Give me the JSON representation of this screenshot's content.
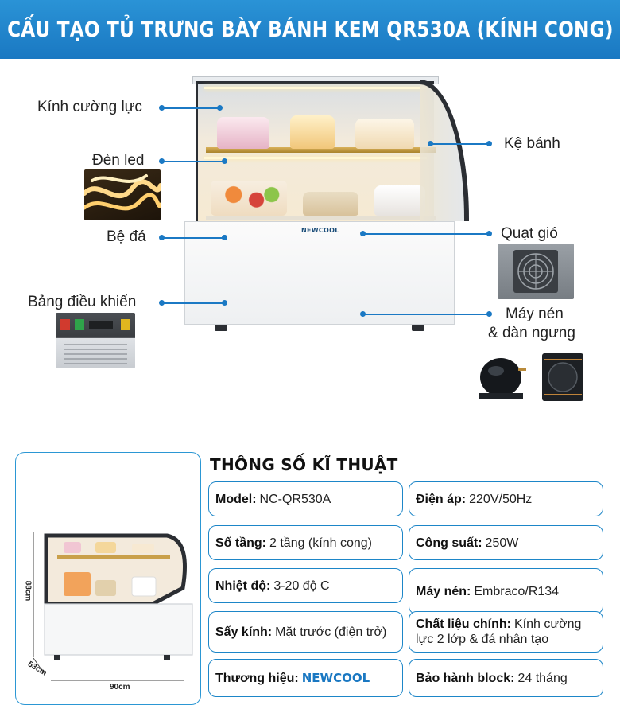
{
  "header": {
    "title": "CẤU TẠO TỦ TRƯNG BÀY BÁNH KEM QR530A (KÍNH CONG)"
  },
  "parts": {
    "kinh_cuong_luc": "Kính cường lực",
    "den_led": "Đèn led",
    "be_da": "Bệ đá",
    "bang_dieu_khien": "Bảng điều khiển",
    "ke_banh": "Kệ bánh",
    "quat_gio": "Quạt gió",
    "may_nen_line1": "Máy nén",
    "may_nen_line2": "& dàn ngưng"
  },
  "cabinet": {
    "brand_logo": "NEWCOOL"
  },
  "dimensions": {
    "height": "88cm",
    "depth": "53cm",
    "width": "90cm"
  },
  "specs": {
    "title": "THÔNG SỐ KĨ THUẬT",
    "items": [
      {
        "key": "Model:",
        "value": "NC-QR530A"
      },
      {
        "key": "Điện áp:",
        "value": "220V/50Hz"
      },
      {
        "key": "Số tầng:",
        "value": "2 tầng (kính cong)"
      },
      {
        "key": "Công suất:",
        "value": "250W"
      },
      {
        "key": "Nhiệt độ:",
        "value": "3-20 độ C"
      },
      {
        "key": "Máy nén:",
        "value": "Embraco/R134"
      },
      {
        "key": "Sấy kính:",
        "value": "Mặt trước (điện trở)"
      },
      {
        "key": "Chất liệu chính:",
        "value": "Kính cường lực 2 lớp & đá nhân tạo"
      },
      {
        "key": "Thương hiệu:",
        "value": "NEWCOOL"
      },
      {
        "key": "Bảo hành block:",
        "value": "24 tháng"
      }
    ]
  },
  "colors": {
    "accent": "#1a78c2",
    "header_bg": "#2088cf",
    "card_border": "#1d86c8",
    "connector": "#1b79c4"
  },
  "icons": [
    "led-strip-image",
    "control-panel-image",
    "fan-image",
    "compressor-image",
    "condenser-image"
  ]
}
